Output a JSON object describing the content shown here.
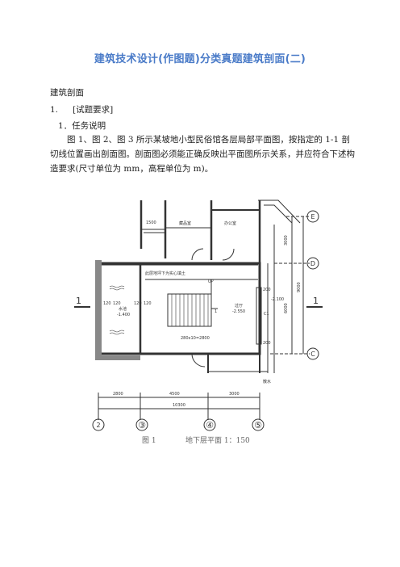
{
  "doc": {
    "title": "建筑技术设计(作图题)分类真题建筑剖面(二)",
    "section": "建筑剖面",
    "item_number": "1.",
    "item_text": "[试题要求]",
    "sub_item": "1．任务说明",
    "paragraph": "图 1、图 2、图 3 所示某坡地小型民俗馆各层局部平面图，按指定的 1-1 剖切线位置画出剖面图。剖面图必须能正确反映出平面图所示关系，并应符合下述构造要求(尺寸单位为 mm，高程单位为 m)。",
    "figure_label": "图 1",
    "figure_caption": "地下层平面 1：150"
  },
  "drawing": {
    "room_store": "藏品室",
    "room_office": "办公室",
    "room_pool": "水池",
    "pool_elev": "-1.400",
    "room_hall": "过厅",
    "hall_elev": "-2.550",
    "outer_elev": "-2.100",
    "corridor_note": "此层地坪下为实心填土",
    "stair_size": "280x10=2800",
    "dim_1500": "1500",
    "dim_120a": "120",
    "dim_120b": "120",
    "dim_120c": "120",
    "dim_120d": "120",
    "dim_3000": "3000",
    "dim_6000": "6000",
    "dim_9000": "9000",
    "dim_c1": "C1",
    "dim_200": "200",
    "dim_200b": "200",
    "dim_2800": "2800",
    "dim_4500": "4500",
    "dim_3000b": "3000",
    "dim_10300": "10300",
    "axis_e": "E",
    "axis_d": "D",
    "axis_c": "C",
    "axis_2": "2",
    "axis_3": "③",
    "axis_4": "④",
    "axis_5": "⑤",
    "cut_left": "1",
    "cut_right": "1",
    "up_label": "UP",
    "num_1": "1",
    "slope_note": "散水"
  }
}
